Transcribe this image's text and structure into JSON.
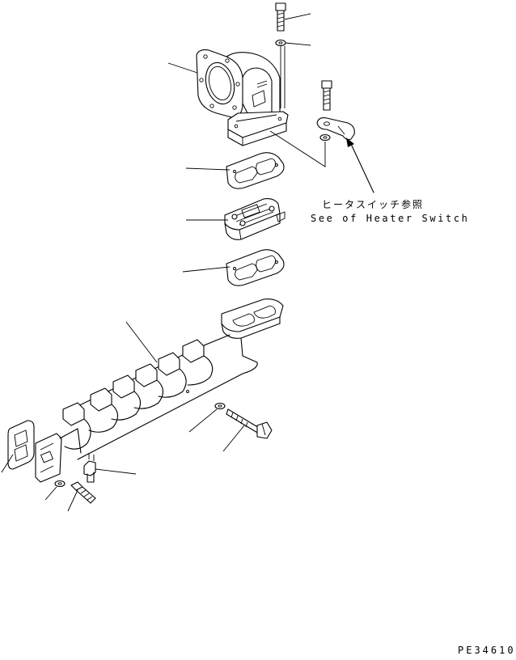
{
  "note": {
    "japanese": "ヒータスイッチ参照",
    "english": "See of Heater Switch"
  },
  "drawing_code": "PE34610"
}
